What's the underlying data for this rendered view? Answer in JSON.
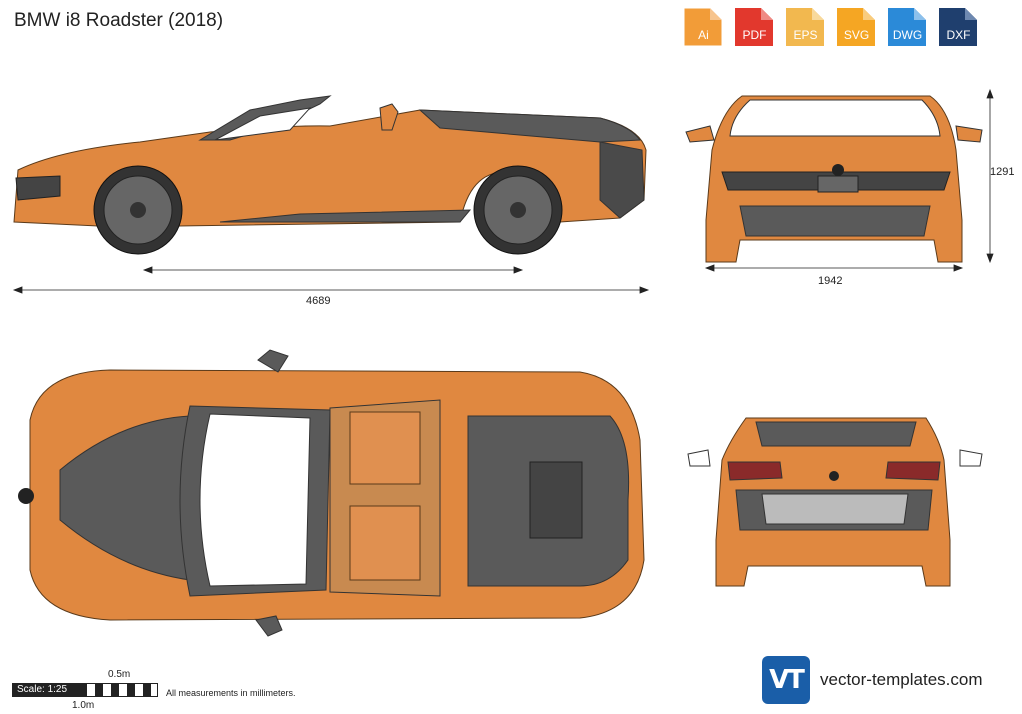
{
  "title": "BMW i8 Roadster (2018)",
  "formats": [
    {
      "label": "Ai",
      "color": "#f29c38"
    },
    {
      "label": "PDF",
      "color": "#e2382d"
    },
    {
      "label": "EPS",
      "color": "#f2b84f"
    },
    {
      "label": "SVG",
      "color": "#f5a623"
    },
    {
      "label": "DWG",
      "color": "#2b8ad8"
    },
    {
      "label": "DXF",
      "color": "#1f3f6e"
    }
  ],
  "dimensions": {
    "length": "4689",
    "width": "1942",
    "height": "1291"
  },
  "scale": {
    "label": "Scale: 1:25",
    "half_meter": "0.5m",
    "one_meter": "1.0m"
  },
  "note": "All measurements in millimeters.",
  "brand": {
    "logo_text": "VT",
    "name": "vector-templates.com"
  },
  "colors": {
    "body": "#e08840",
    "body_shadow": "#b86a2a",
    "trim": "#5a5a5a",
    "dark": "#333333",
    "glass": "#ffffff"
  }
}
